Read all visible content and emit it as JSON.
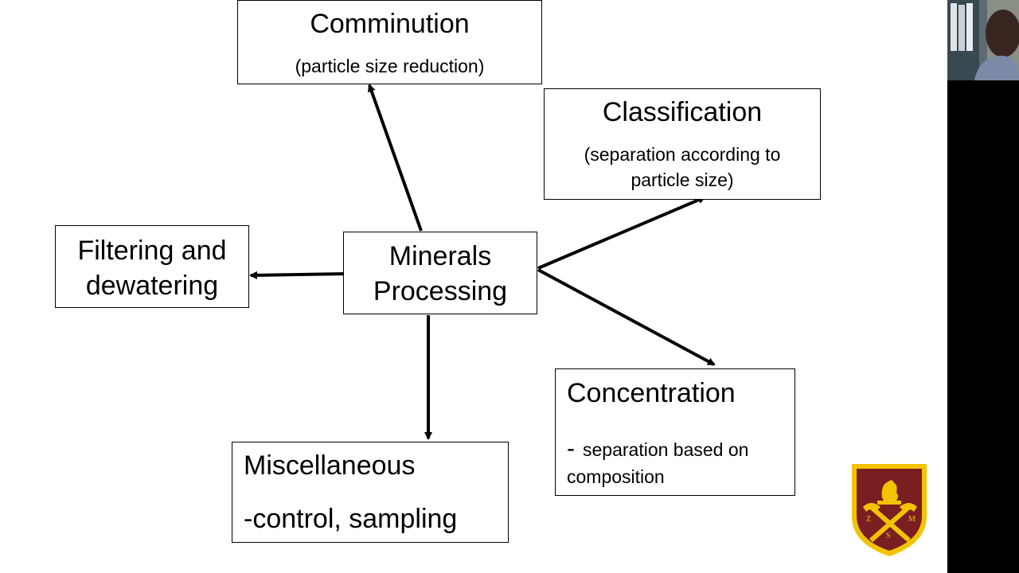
{
  "diagram": {
    "center": {
      "line1": "Minerals",
      "line2": "Processing"
    },
    "comminution": {
      "title": "Comminution",
      "subtitle": "(particle size reduction)"
    },
    "classification": {
      "title": "Classification",
      "subtitle_line1": "(separation according to",
      "subtitle_line2": "particle size)"
    },
    "filtering": {
      "line1": "Filtering and",
      "line2": "dewatering"
    },
    "concentration": {
      "title": "Concentration",
      "dash": "-",
      "subtitle_line1": "separation based on",
      "subtitle_line2": "composition"
    },
    "miscellaneous": {
      "title": "Miscellaneous",
      "subtitle": "-control, sampling"
    }
  },
  "logo": {
    "letters": [
      "Z",
      "M",
      "S"
    ],
    "colors": {
      "shield": "#7a1e22",
      "border": "#f2c400"
    }
  },
  "webcam": {
    "label": "presenter-webcam"
  }
}
